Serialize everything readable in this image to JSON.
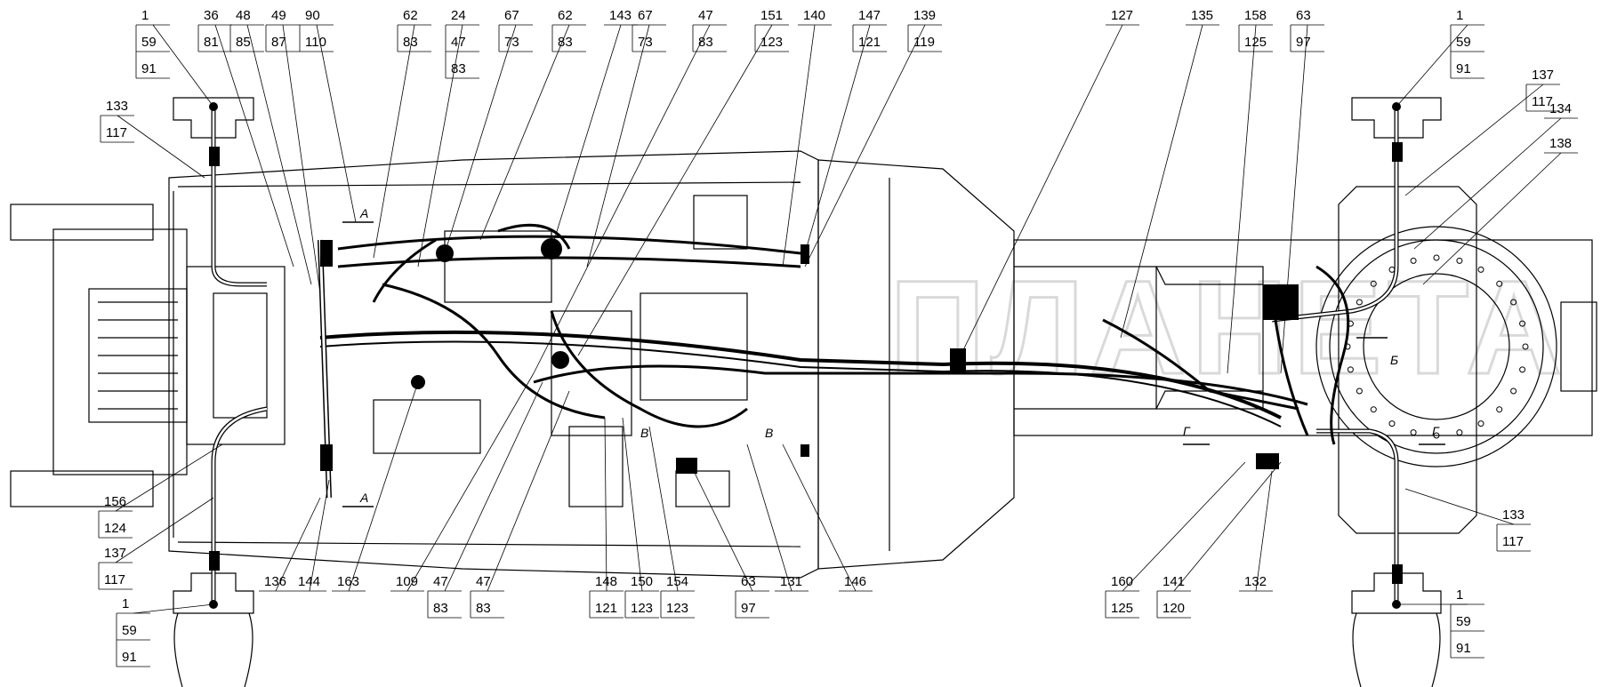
{
  "watermark": "ПЛАНЕТА",
  "section_marks": {
    "a": "A",
    "b": "Б",
    "v": "В",
    "g": "Г"
  },
  "callouts": {
    "c_1_59_91_tl": [
      "1",
      "59",
      "91"
    ],
    "c_36_81": [
      "36",
      "81"
    ],
    "c_48_85": [
      "48",
      "85"
    ],
    "c_49_87": [
      "49",
      "87"
    ],
    "c_90_110": [
      "90",
      "110"
    ],
    "c_62_83_a": [
      "62",
      "83"
    ],
    "c_24_47_83": [
      "24",
      "47",
      "83"
    ],
    "c_67_73_a": [
      "67",
      "73"
    ],
    "c_62_83_b": [
      "62",
      "83"
    ],
    "c_143": [
      "143"
    ],
    "c_67_73_b": [
      "67",
      "73"
    ],
    "c_47_83_top": [
      "47",
      "83"
    ],
    "c_151_123": [
      "151",
      "123"
    ],
    "c_140": [
      "140"
    ],
    "c_147_121": [
      "147",
      "121"
    ],
    "c_139_119": [
      "139",
      "119"
    ],
    "c_127": [
      "127"
    ],
    "c_135": [
      "135"
    ],
    "c_158_125": [
      "158",
      "125"
    ],
    "c_63_97_top": [
      "63",
      "97"
    ],
    "c_1_59_91_tr": [
      "1",
      "59",
      "91"
    ],
    "c_137_117_r": [
      "137",
      "117"
    ],
    "c_134": [
      "134"
    ],
    "c_138": [
      "138"
    ],
    "c_133_117_l": [
      "133",
      "117"
    ],
    "c_156_124": [
      "156",
      "124"
    ],
    "c_137_117_l": [
      "137",
      "117"
    ],
    "c_1_59_91_bl": [
      "1",
      "59",
      "91"
    ],
    "c_136": [
      "136"
    ],
    "c_144": [
      "144"
    ],
    "c_163": [
      "163"
    ],
    "c_109": [
      "109"
    ],
    "c_47_83_b1": [
      "47",
      "83"
    ],
    "c_47_83_b2": [
      "47",
      "83"
    ],
    "c_148_121": [
      "148",
      "121"
    ],
    "c_150_123": [
      "150",
      "123"
    ],
    "c_154_123": [
      "154",
      "123"
    ],
    "c_63_97_bot": [
      "63",
      "97"
    ],
    "c_131": [
      "131"
    ],
    "c_146": [
      "146"
    ],
    "c_160_125": [
      "160",
      "125"
    ],
    "c_141_120": [
      "141",
      "120"
    ],
    "c_132": [
      "132"
    ],
    "c_133_117_r": [
      "133",
      "117"
    ],
    "c_1_59_91_br": [
      "1",
      "59",
      "91"
    ]
  }
}
